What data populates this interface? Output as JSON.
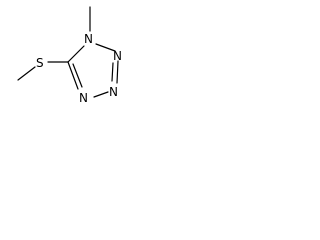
{
  "molecule": {
    "atoms": {
      "n1": "N",
      "n2": "N",
      "n3": "N",
      "n4": "N",
      "s": "S"
    },
    "colors": {
      "bond": "#000000",
      "label": "#000000",
      "background": "#ffffff"
    }
  }
}
